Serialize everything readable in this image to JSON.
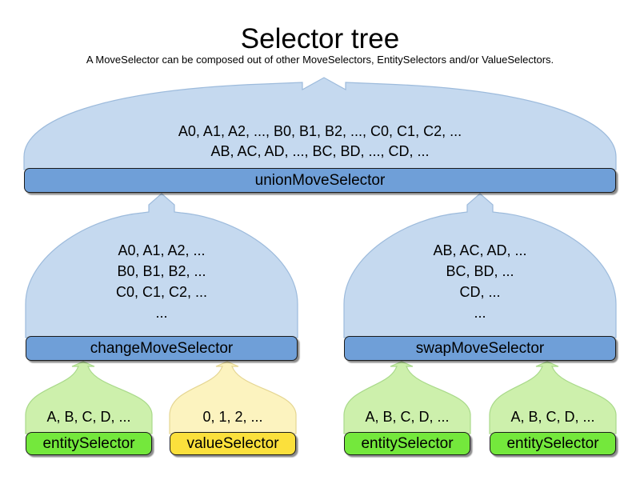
{
  "header": {
    "title": "Selector tree",
    "subtitle": "A MoveSelector can be composed out of other MoveSelectors, EntitySelectors and/or ValueSelectors."
  },
  "colors": {
    "move_balloon_fill": "#c5d9ef",
    "move_balloon_stroke": "#9dbbdc",
    "move_bar_fill": "#6f9fd8",
    "entity_balloon_fill": "#cdf0ac",
    "entity_balloon_stroke": "#a9d98a",
    "entity_bar_fill": "#74e83c",
    "value_balloon_fill": "#fcf3bf",
    "value_balloon_stroke": "#e5d693",
    "value_bar_fill": "#fbe03c",
    "bar_border": "#1b1b1b",
    "text": "#000000",
    "background": "#ffffff"
  },
  "nodes": {
    "union": {
      "label": "unionMoveSelector",
      "kind": "move-selector",
      "contents": "A0, A1, A2, ..., B0, B1, B2, ..., C0, C1, C2, ...\nAB, AC, AD, ..., BC, BD, ..., CD, ..."
    },
    "change": {
      "label": "changeMoveSelector",
      "kind": "move-selector",
      "contents": "A0, A1, A2, ...\nB0, B1, B2, ...\nC0, C1, C2, ...\n..."
    },
    "swap": {
      "label": "swapMoveSelector",
      "kind": "move-selector",
      "contents": "AB, AC, AD, ...\nBC, BD, ...\nCD, ...\n..."
    },
    "leaf1": {
      "label": "entitySelector",
      "kind": "entity-selector",
      "contents": "A, B, C, D, ..."
    },
    "leaf2": {
      "label": "valueSelector",
      "kind": "value-selector",
      "contents": "0, 1, 2, ..."
    },
    "leaf3": {
      "label": "entitySelector",
      "kind": "entity-selector",
      "contents": "A, B, C, D, ..."
    },
    "leaf4": {
      "label": "entitySelector",
      "kind": "entity-selector",
      "contents": "A, B, C, D, ..."
    }
  }
}
